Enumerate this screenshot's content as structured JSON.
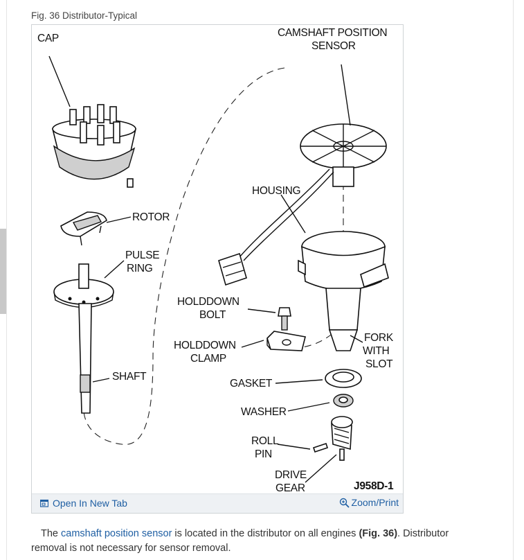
{
  "figure": {
    "caption": "Fig. 36 Distributor-Typical",
    "labels": {
      "cap": "CAP",
      "camshaft_1": "CAMSHAFT POSITION",
      "camshaft_2": "SENSOR",
      "housing": "HOUSING",
      "rotor": "ROTOR",
      "pulse_1": "PULSE",
      "pulse_2": "RING",
      "holddown_bolt_1": "HOLDDOWN",
      "holddown_bolt_2": "BOLT",
      "holddown_clamp_1": "HOLDDOWN",
      "holddown_clamp_2": "CLAMP",
      "fork_1": "FORK",
      "fork_2": "WITH",
      "fork_3": "SLOT",
      "shaft": "SHAFT",
      "gasket": "GASKET",
      "washer": "WASHER",
      "roll_1": "ROLL",
      "roll_2": "PIN",
      "drive_1": "DRIVE",
      "drive_2": "GEAR",
      "code": "J958D-1"
    },
    "toolbar": {
      "open_label": "Open In New Tab",
      "zoom_label": "Zoom/Print",
      "open_icon": "open-in-new-tab-icon",
      "zoom_icon": "magnifier-zoom-icon"
    }
  },
  "body": {
    "intro": "The ",
    "link_text": "camshaft position sensor",
    "middle": " is located in the distributor on all engines ",
    "fig_ref": "(Fig. 36)",
    "end": ". Distributor",
    "line2": "removal is not necessary for sensor removal."
  },
  "colors": {
    "link": "#1f5fa3",
    "toolbar_bg": "#eef1f4",
    "frame_border": "#cfd3d6"
  }
}
